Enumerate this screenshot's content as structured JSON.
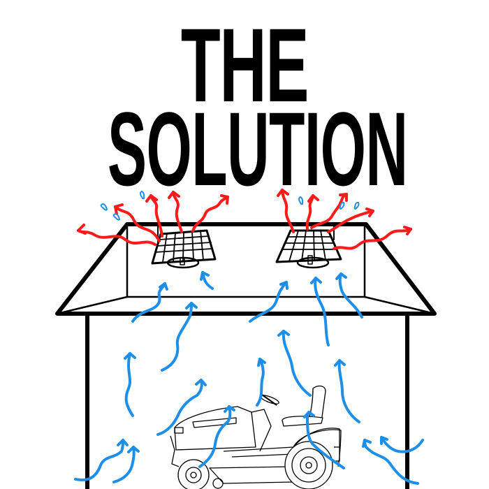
{
  "title": {
    "line1": "THE",
    "line2": "SOLUTION"
  },
  "illustration": {
    "subject": "garage-with-solar-attic-fans",
    "elements": [
      "roof",
      "solar-fan-left",
      "solar-fan-right",
      "garage-walls",
      "riding-lawn-mower",
      "hot-air-arrows",
      "cool-air-arrows",
      "moisture-droplets"
    ],
    "colors": {
      "text": "#000000",
      "outline": "#000000",
      "hot_air": "#ff1a1a",
      "cool_air": "#1e8fe8",
      "background": "#ffffff"
    }
  }
}
